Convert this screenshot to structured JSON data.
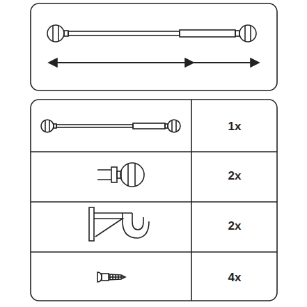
{
  "diagram": {
    "labels": [
      "1x",
      "2x",
      "2x",
      "4x"
    ]
  }
}
